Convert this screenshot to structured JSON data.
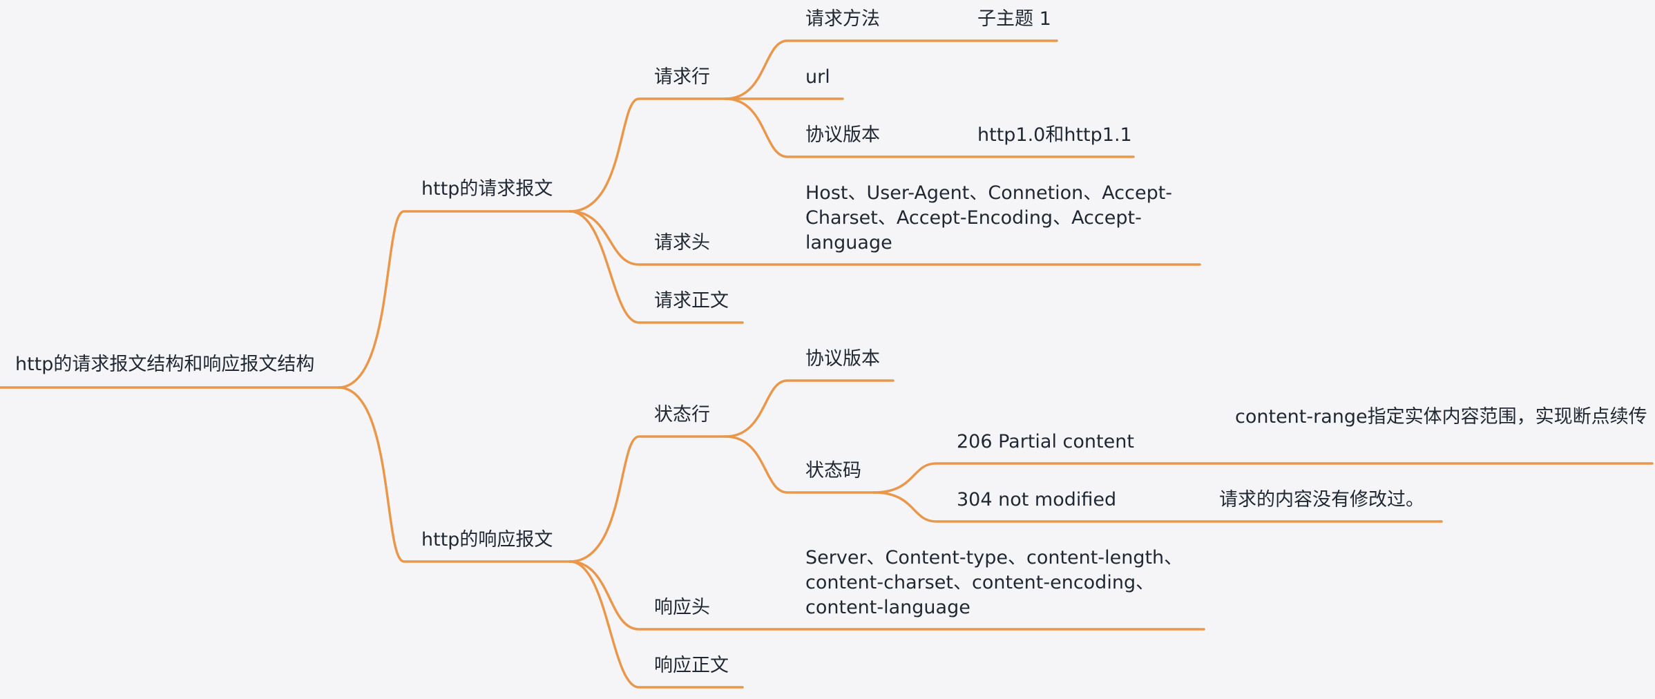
{
  "mindmap": {
    "root": "http的请求报文结构和响应报文结构",
    "request": {
      "label": "http的请求报文",
      "line": {
        "label": "请求行",
        "method": {
          "label": "请求方法",
          "child": "子主题 1"
        },
        "url": "url",
        "version": {
          "label": "协议版本",
          "child": "http1.0和http1.1"
        }
      },
      "headers": {
        "label": "请求头",
        "child": "Host、User-Agent、Connetion、Accept-Charset、Accept-Encoding、Accept-language"
      },
      "body": "请求正文"
    },
    "response": {
      "label": "http的响应报文",
      "status_line": {
        "label": "状态行",
        "version": "协议版本",
        "status_code": {
          "label": "状态码",
          "code206": {
            "label": "206 Partial content",
            "child": "content-range指定实体内容范围，实现断点续传"
          },
          "code304": {
            "label": "304 not modified",
            "child": "请求的内容没有修改过。"
          }
        }
      },
      "headers": {
        "label": "响应头",
        "child": "Server、Content-type、content-length、content-charset、content-encoding、content-language"
      },
      "body": "响应正文"
    }
  },
  "colors": {
    "connector": "#e9974a",
    "text": "#1f2733",
    "background": "#f5f5f7"
  }
}
